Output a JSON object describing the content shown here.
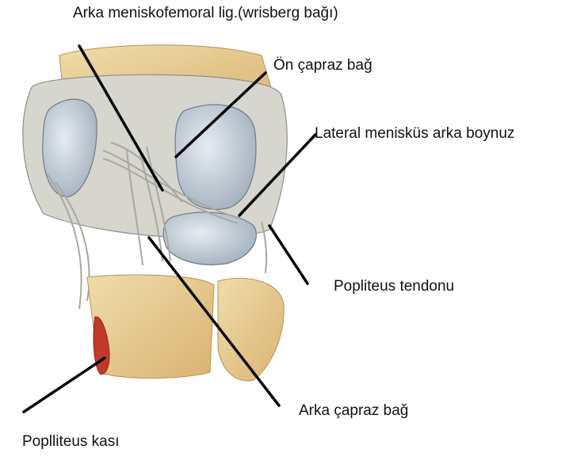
{
  "labels": {
    "arka_meniskofemoral": "Arka meniskofemoral lig.(wrisberg bağı)",
    "on_capraz": "Ön çapraz bağ",
    "lateral_menisk": "Lateral menisküs arka boynuz",
    "popliteus_tendon": "Popliteus tendonu",
    "arka_capraz": "Arka çapraz bağ",
    "popliteus_kasi": "Poplliteus kası"
  },
  "colors": {
    "bone": "#e6c98e",
    "cartilage": "#c9d3dc",
    "ligament": "#dcdcd4",
    "muscle": "#c0392b",
    "line": "#000000"
  }
}
